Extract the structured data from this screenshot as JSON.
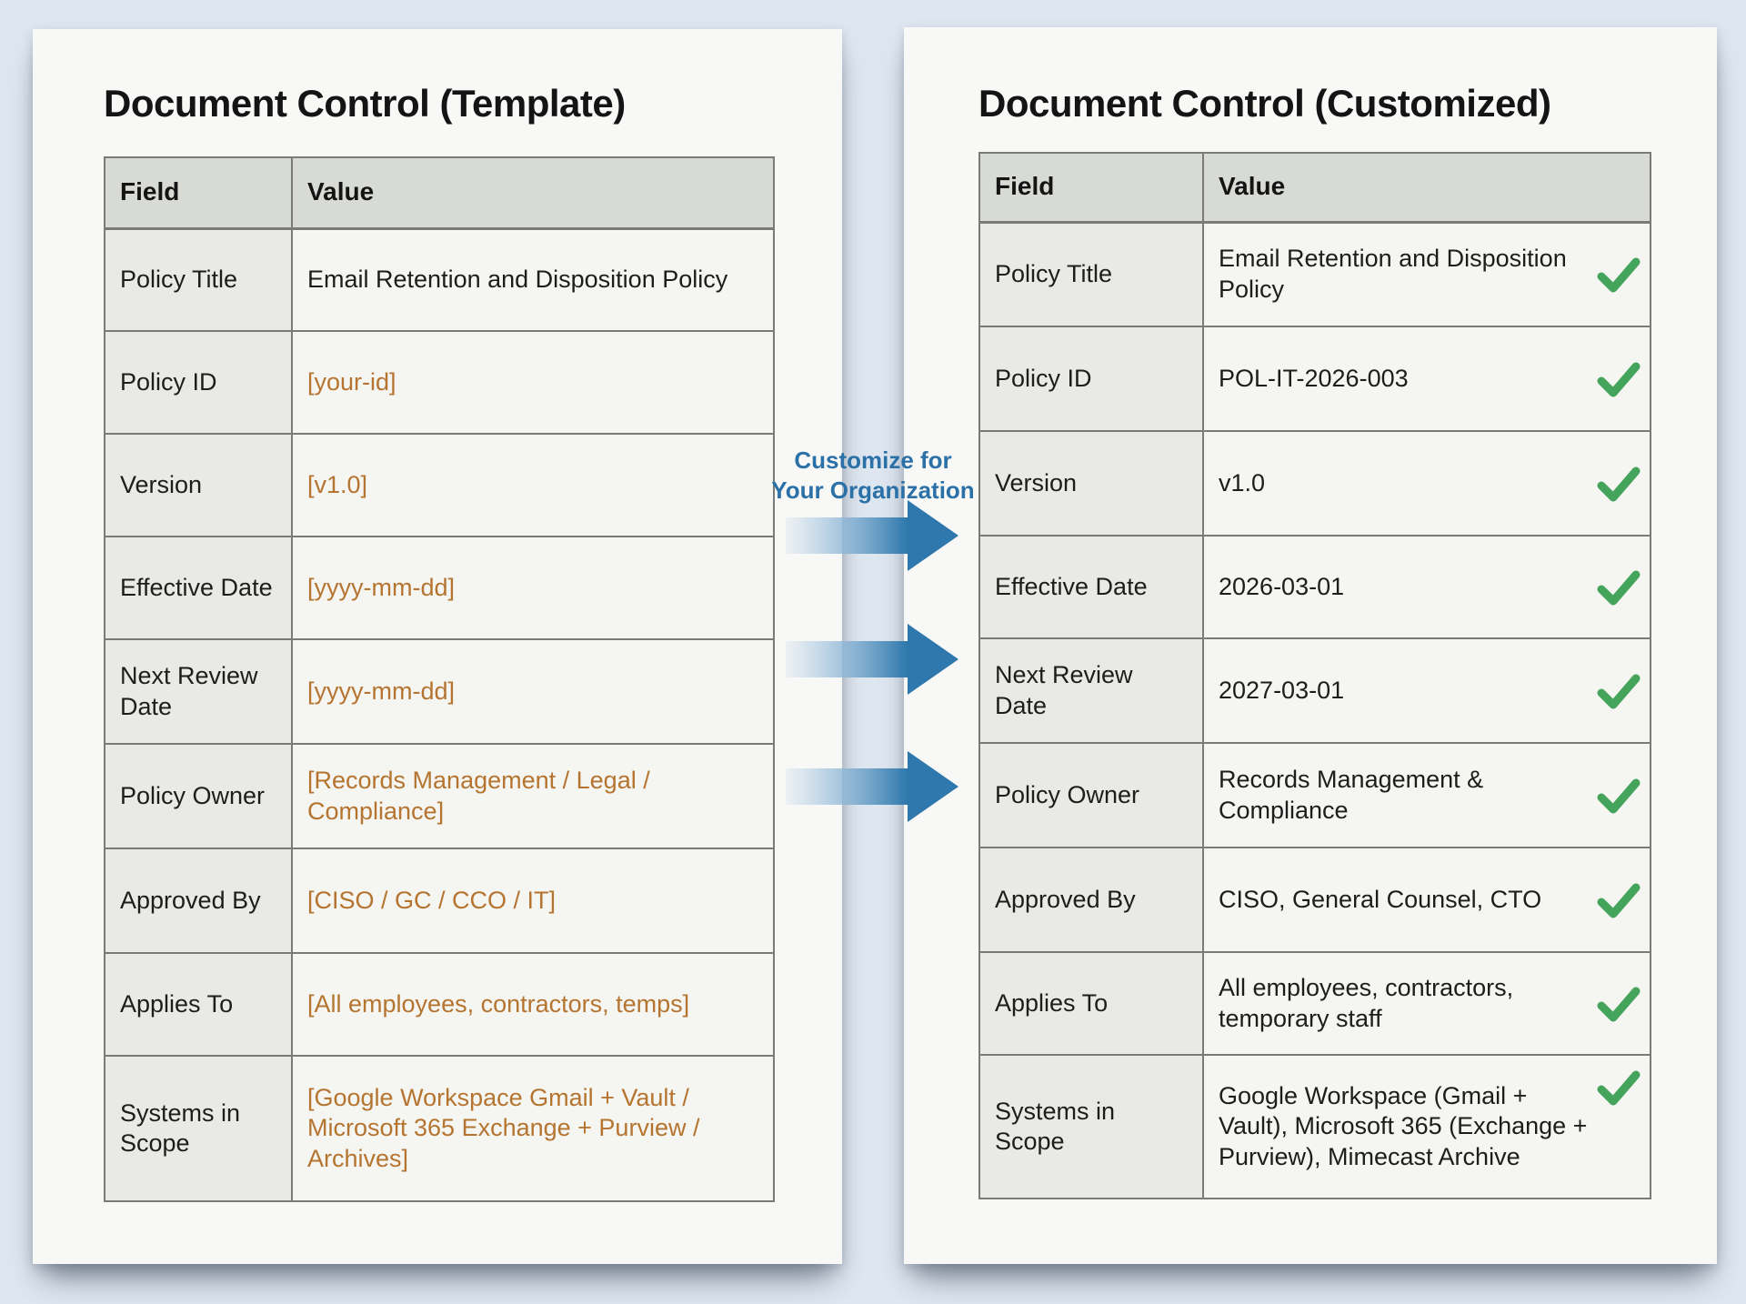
{
  "left_panel": {
    "title": "Document Control (Template)",
    "headers": [
      "Field",
      "Value"
    ],
    "rows": [
      {
        "field": "Policy Title",
        "value": "Email Retention and Disposition Policy",
        "placeholder": false
      },
      {
        "field": "Policy ID",
        "value": "[your-id]",
        "placeholder": true
      },
      {
        "field": "Version",
        "value": "[v1.0]",
        "placeholder": true
      },
      {
        "field": "Effective Date",
        "value": "[yyyy-mm-dd]",
        "placeholder": true
      },
      {
        "field": "Next Review Date",
        "value": "[yyyy-mm-dd]",
        "placeholder": true
      },
      {
        "field": "Policy Owner",
        "value": "[Records Management / Legal / Compliance]",
        "placeholder": true
      },
      {
        "field": "Approved By",
        "value": "[CISO / GC / CCO / IT]",
        "placeholder": true
      },
      {
        "field": "Applies To",
        "value": "[All employees, contractors, temps]",
        "placeholder": true
      },
      {
        "field": "Systems in Scope",
        "value": "[Google Workspace Gmail + Vault / Microsoft 365 Exchange + Purview / Archives]",
        "placeholder": true
      }
    ]
  },
  "right_panel": {
    "title": "Document Control (Customized)",
    "headers": [
      "Field",
      "Value"
    ],
    "rows": [
      {
        "field": "Policy Title",
        "value": "Email Retention and Disposition Policy",
        "checked": true
      },
      {
        "field": "Policy ID",
        "value": "POL-IT-2026-003",
        "checked": true
      },
      {
        "field": "Version",
        "value": "v1.0",
        "checked": true
      },
      {
        "field": "Effective Date",
        "value": "2026-03-01",
        "checked": true
      },
      {
        "field": "Next Review Date",
        "value": "2027-03-01",
        "checked": true
      },
      {
        "field": "Policy Owner",
        "value": "Records Management & Compliance",
        "checked": true
      },
      {
        "field": "Approved By",
        "value": "CISO, General Counsel, CTO",
        "checked": true
      },
      {
        "field": "Applies To",
        "value": "All employees, contractors, temporary staff",
        "checked": true
      },
      {
        "field": "Systems in Scope",
        "value": "Google Workspace (Gmail + Vault), Microsoft 365 (Exchange + Purview), Mimecast Archive",
        "checked": true
      }
    ]
  },
  "connector": {
    "label_line1": "Customize for",
    "label_line2": "Your Organization",
    "arrow_count": 3,
    "arrow_icon": "right-arrow-icon"
  },
  "colors": {
    "background": "#dee6f0",
    "paper": "#f8f8f6",
    "table_header_bg": "#d8dad5",
    "field_column_bg": "#e9e9e5",
    "value_column_bg": "#f5f5f2",
    "table_border": "#7a7a77",
    "placeholder_text": "#b5742f",
    "check_green": "#45a45c",
    "connector_blue": "#2b70a6",
    "arrow_blue": "#2e78ad"
  }
}
